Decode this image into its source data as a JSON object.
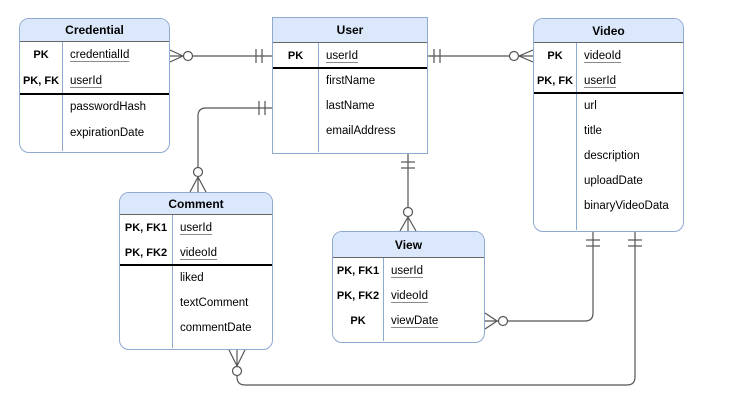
{
  "diagram_type": "entity-relationship-diagram",
  "colors": {
    "header_fill": "#dbe8fc",
    "entity_border": "#8fa9cf",
    "header_underline": "#666666",
    "section_divider": "#000000",
    "connector": "#545454",
    "text": "#000000",
    "background": "#ffffff"
  },
  "entities": [
    {
      "id": "credential",
      "title": "Credential",
      "rows": [
        {
          "key": "PK",
          "name": "credentialId",
          "is_key": true
        },
        {
          "key": "PK, FK",
          "name": "userId",
          "is_key": true
        },
        {
          "key": "",
          "name": "passwordHash",
          "is_key": false
        },
        {
          "key": "",
          "name": "expirationDate",
          "is_key": false
        }
      ]
    },
    {
      "id": "user",
      "title": "User",
      "rows": [
        {
          "key": "PK",
          "name": "userId",
          "is_key": true
        },
        {
          "key": "",
          "name": "firstName",
          "is_key": false
        },
        {
          "key": "",
          "name": "lastName",
          "is_key": false
        },
        {
          "key": "",
          "name": "emailAddress",
          "is_key": false
        }
      ]
    },
    {
      "id": "video",
      "title": "Video",
      "rows": [
        {
          "key": "PK",
          "name": "videoId",
          "is_key": true
        },
        {
          "key": "PK, FK",
          "name": "userId",
          "is_key": true
        },
        {
          "key": "",
          "name": "url",
          "is_key": false
        },
        {
          "key": "",
          "name": "title",
          "is_key": false
        },
        {
          "key": "",
          "name": "description",
          "is_key": false
        },
        {
          "key": "",
          "name": "uploadDate",
          "is_key": false
        },
        {
          "key": "",
          "name": "binaryVideoData",
          "is_key": false
        }
      ]
    },
    {
      "id": "comment",
      "title": "Comment",
      "rows": [
        {
          "key": "PK, FK1",
          "name": "userId",
          "is_key": true
        },
        {
          "key": "PK, FK2",
          "name": "videoId",
          "is_key": true
        },
        {
          "key": "",
          "name": "liked",
          "is_key": false
        },
        {
          "key": "",
          "name": "textComment",
          "is_key": false
        },
        {
          "key": "",
          "name": "commentDate",
          "is_key": false
        }
      ]
    },
    {
      "id": "view",
      "title": "View",
      "rows": [
        {
          "key": "PK, FK1",
          "name": "userId",
          "is_key": true
        },
        {
          "key": "PK, FK2",
          "name": "videoId",
          "is_key": true
        },
        {
          "key": "PK",
          "name": "viewDate",
          "is_key": true
        }
      ]
    }
  ],
  "relationships": [
    {
      "id": "credential-user",
      "from": "Credential",
      "to": "User",
      "from_cardinality": "zero-or-many",
      "to_cardinality": "exactly-one"
    },
    {
      "id": "user-video",
      "from": "User",
      "to": "Video",
      "from_cardinality": "exactly-one",
      "to_cardinality": "zero-or-many"
    },
    {
      "id": "comment-user",
      "from": "Comment",
      "to": "User",
      "from_cardinality": "zero-or-many",
      "to_cardinality": "exactly-one"
    },
    {
      "id": "user-view",
      "from": "User",
      "to": "View",
      "from_cardinality": "exactly-one",
      "to_cardinality": "zero-or-many"
    },
    {
      "id": "view-video",
      "from": "View",
      "to": "Video",
      "from_cardinality": "zero-or-many",
      "to_cardinality": "exactly-one"
    },
    {
      "id": "video-comment",
      "from": "Video",
      "to": "Comment",
      "from_cardinality": "exactly-one",
      "to_cardinality": "zero-or-many"
    }
  ]
}
